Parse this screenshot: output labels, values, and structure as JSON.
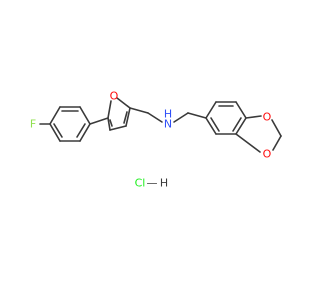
{
  "structure": {
    "atoms": [
      {
        "text": "F",
        "color": "#90e050"
      },
      {
        "text": "O",
        "color": "#ff0d0d"
      },
      {
        "text": "N",
        "color": "#3050f8"
      },
      {
        "text": "H",
        "color": "#3050f8"
      },
      {
        "text": "O",
        "color": "#ff0d0d"
      },
      {
        "text": "O",
        "color": "#ff0d0d"
      }
    ],
    "salt": {
      "text": "Cl",
      "dash": "—",
      "h": "H",
      "cl_color": "#1ff01f",
      "h_color": "#3a3a3a"
    }
  }
}
